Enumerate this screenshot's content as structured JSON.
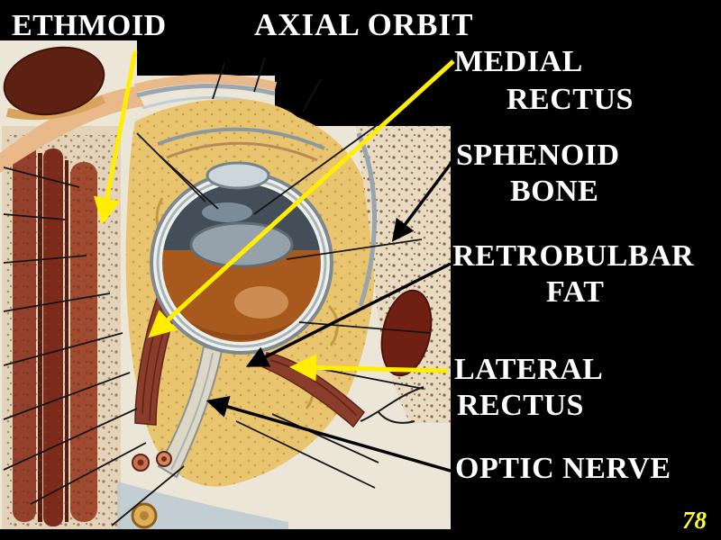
{
  "slide": {
    "title": "AXIAL ORBIT",
    "page_number": "78",
    "background_color": "#000000",
    "text_color": "#ffffff",
    "page_number_color": "#ffff33"
  },
  "labels": {
    "ethmoid": "ETHMOID",
    "medial_rectus_line1": "MEDIAL",
    "medial_rectus_line2": "RECTUS",
    "sphenoid_line1": "SPHENOID",
    "sphenoid_line2": "BONE",
    "retrobulbar_line1": "RETROBULBAR",
    "retrobulbar_line2": "FAT",
    "lateral_rectus_line1": "LATERAL",
    "lateral_rectus_line2": "RECTUS",
    "optic_nerve": "OPTIC NERVE"
  },
  "arrows": [
    {
      "name": "ethmoid-arrow",
      "color": "#ffee00"
    },
    {
      "name": "medial-rectus-arrow",
      "color": "#ffee00"
    },
    {
      "name": "lateral-rectus-arrow",
      "color": "#ffee00"
    },
    {
      "name": "sphenoid-bone-arrow",
      "color": "#000000"
    },
    {
      "name": "retrobulbar-fat-arrow",
      "color": "#000000"
    },
    {
      "name": "optic-nerve-arrow",
      "color": "#000000"
    }
  ]
}
